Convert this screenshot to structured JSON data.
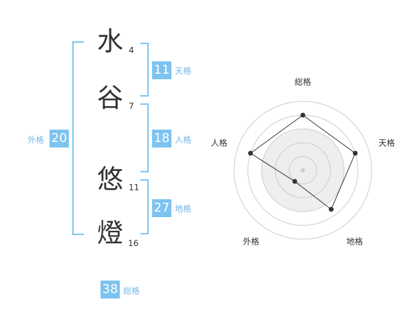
{
  "name": {
    "chars": [
      {
        "char": "水",
        "strokes": "4"
      },
      {
        "char": "谷",
        "strokes": "7"
      },
      {
        "char": "悠",
        "strokes": "11"
      },
      {
        "char": "燈",
        "strokes": "16"
      }
    ]
  },
  "grids": {
    "tenkaku": {
      "value": "11",
      "label": "天格"
    },
    "jinkaku": {
      "value": "18",
      "label": "人格"
    },
    "chikaku": {
      "value": "27",
      "label": "地格"
    },
    "gaikaku": {
      "value": "20",
      "label": "外格"
    },
    "soukaku": {
      "value": "38",
      "label": "総格"
    }
  },
  "radar": {
    "axes": [
      "総格",
      "天格",
      "地格",
      "外格",
      "人格"
    ],
    "scale_max": 5,
    "values": [
      4,
      4,
      3.5,
      1,
      4
    ],
    "ring_count": 5,
    "colors": {
      "ring": "#cccccc",
      "fill": "#eeeeee",
      "line": "#333333",
      "point": "#333333",
      "center": "#cccccc"
    }
  },
  "colors": {
    "accent": "#7dc3f0"
  }
}
